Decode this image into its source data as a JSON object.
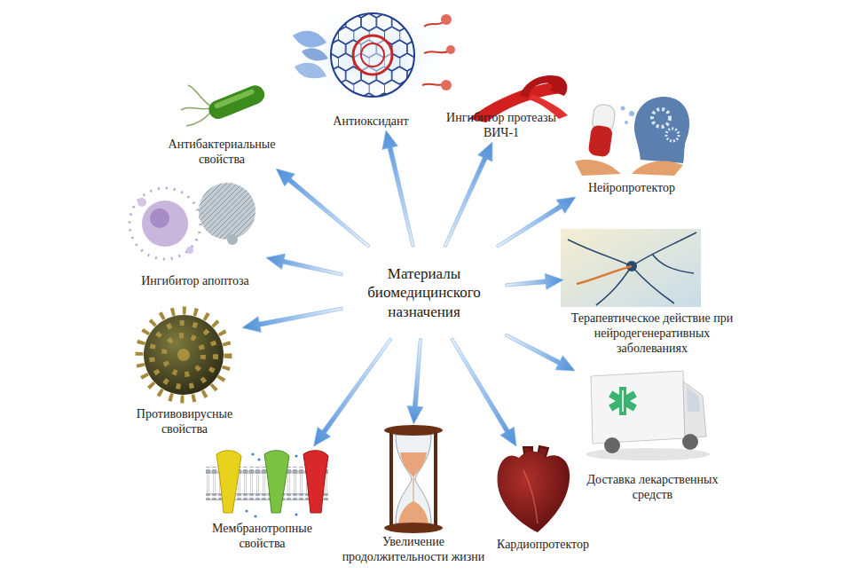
{
  "diagram": {
    "nodes": [
      {
        "text": [
          "Материалы биомедицинского назначения"
        ]
      },
      {
        "text": [
          "Антибактериальные свойства"
        ]
      },
      {
        "text": [
          "Антиоксидант"
        ]
      },
      {
        "text": [
          "Ингибитор протеазы ВИЧ-1"
        ]
      },
      {
        "text": [
          "Нейропротектор"
        ]
      },
      {
        "text": [
          "Терапевтическое действие при нейродегенеративных заболеваниях"
        ]
      },
      {
        "text": [
          "Доставка лекарственных средств"
        ]
      },
      {
        "text": [
          "Кардиопротектор"
        ]
      },
      {
        "text": [
          "Увеличение продолжительности жизни"
        ]
      },
      {
        "text": [
          "Мембранотропные свойства"
        ]
      },
      {
        "text": [
          "Противовирусные свойства"
        ]
      },
      {
        "text": [
          "Ингибитор апоптоза"
        ]
      }
    ],
    "edges": [
      {
        "from": 0,
        "to": 1,
        "arrow": "to"
      },
      {
        "from": 0,
        "to": 2,
        "arrow": "to"
      },
      {
        "from": 0,
        "to": 3,
        "arrow": "to"
      },
      {
        "from": 0,
        "to": 4,
        "arrow": "to"
      },
      {
        "from": 0,
        "to": 5,
        "arrow": "to"
      },
      {
        "from": 0,
        "to": 6,
        "arrow": "to"
      },
      {
        "from": 0,
        "to": 7,
        "arrow": "to"
      },
      {
        "from": 0,
        "to": 8,
        "arrow": "to"
      },
      {
        "from": 0,
        "to": 9,
        "arrow": "to"
      },
      {
        "from": 0,
        "to": 10,
        "arrow": "to"
      },
      {
        "from": 0,
        "to": 11,
        "arrow": "to"
      }
    ]
  }
}
